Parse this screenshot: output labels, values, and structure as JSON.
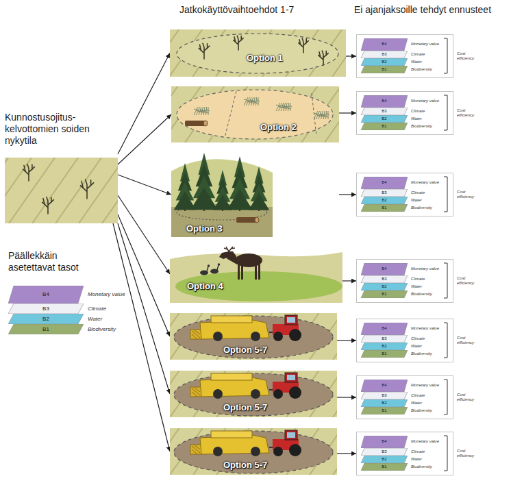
{
  "diagram": {
    "nodes": [
      {
        "text": [
          "Kunnostusojitus-kelvottomien soiden nykytila"
        ]
      },
      {
        "text": [
          "Päällekkäin asetettavat tasot"
        ]
      },
      {
        "text": [
          "B4",
          "Monetary value"
        ],
        "in": 1
      },
      {
        "text": [
          "B3",
          "Climate"
        ],
        "in": 1
      },
      {
        "text": [
          "B2",
          "Water"
        ],
        "in": 1
      },
      {
        "text": [
          "B1",
          "Biodiversity"
        ],
        "in": 1
      },
      {
        "text": [
          "Option 1"
        ]
      },
      {
        "text": [
          "Cost efficiency"
        ]
      },
      {
        "text": [
          "B4",
          "Monetary value"
        ],
        "in": 7
      },
      {
        "text": [
          "B3",
          "Climate"
        ],
        "in": 7
      },
      {
        "text": [
          "B2",
          "Water"
        ],
        "in": 7
      },
      {
        "text": [
          "B1",
          "Biodiversity"
        ],
        "in": 7
      },
      {
        "text": [
          "Option 2"
        ]
      },
      {
        "text": [
          "Cost efficiency"
        ]
      },
      {
        "text": [
          "B4",
          "Monetary value"
        ],
        "in": 13
      },
      {
        "text": [
          "B3",
          "Climate"
        ],
        "in": 13
      },
      {
        "text": [
          "B2",
          "Water"
        ],
        "in": 13
      },
      {
        "text": [
          "B1",
          "Biodiversity"
        ],
        "in": 13
      },
      {
        "text": [
          "Option 3"
        ]
      },
      {
        "text": [
          "Cost efficiency"
        ]
      },
      {
        "text": [
          "B4",
          "Monetary value"
        ],
        "in": 19
      },
      {
        "text": [
          "B3",
          "Climate"
        ],
        "in": 19
      },
      {
        "text": [
          "B2",
          "Water"
        ],
        "in": 19
      },
      {
        "text": [
          "B1",
          "Biodiversity"
        ],
        "in": 19
      },
      {
        "text": [
          "Option 4"
        ]
      },
      {
        "text": [
          "Cost efficiency"
        ]
      },
      {
        "text": [
          "B4",
          "Monetary value"
        ],
        "in": 25
      },
      {
        "text": [
          "B3",
          "Climate"
        ],
        "in": 25
      },
      {
        "text": [
          "B2",
          "Water"
        ],
        "in": 25
      },
      {
        "text": [
          "B1",
          "Biodiversity"
        ],
        "in": 25
      },
      {
        "text": [
          "Option 5-7"
        ]
      },
      {
        "text": [
          "Cost efficiency"
        ]
      },
      {
        "text": [
          "B4",
          "Monetary value"
        ],
        "in": 31
      },
      {
        "text": [
          "B3",
          "Climate"
        ],
        "in": 31
      },
      {
        "text": [
          "B2",
          "Water"
        ],
        "in": 31
      },
      {
        "text": [
          "B1",
          "Biodiversity"
        ],
        "in": 31
      },
      {
        "text": [
          "Option 5-7"
        ]
      },
      {
        "text": [
          "Cost efficiency"
        ]
      },
      {
        "text": [
          "B4",
          "Monetary value"
        ],
        "in": 37
      },
      {
        "text": [
          "B3",
          "Climate"
        ],
        "in": 37
      },
      {
        "text": [
          "B2",
          "Water"
        ],
        "in": 37
      },
      {
        "text": [
          "B1",
          "Biodiversity"
        ],
        "in": 37
      },
      {
        "text": [
          "Option 5-7"
        ]
      },
      {
        "text": [
          "Cost efficiency"
        ]
      },
      {
        "text": [
          "B4",
          "Monetary value"
        ],
        "in": 43
      },
      {
        "text": [
          "B3",
          "Climate"
        ],
        "in": 43
      },
      {
        "text": [
          "B2",
          "Water"
        ],
        "in": 43
      },
      {
        "text": [
          "B1",
          "Biodiversity"
        ],
        "in": 43
      }
    ],
    "edges": [
      {
        "from": 0,
        "to": 6,
        "arrow": "to"
      },
      {
        "from": 0,
        "to": 12,
        "arrow": "to"
      },
      {
        "from": 0,
        "to": 18,
        "arrow": "to"
      },
      {
        "from": 0,
        "to": 24,
        "arrow": "to"
      },
      {
        "from": 0,
        "to": 30,
        "arrow": "to"
      },
      {
        "from": 0,
        "to": 36,
        "arrow": "to"
      },
      {
        "from": 0,
        "to": 42,
        "arrow": "to"
      },
      {
        "from": 6,
        "to": 7,
        "arrow": "to"
      },
      {
        "from": 12,
        "to": 13,
        "arrow": "to"
      },
      {
        "from": 18,
        "to": 19,
        "arrow": "to"
      },
      {
        "from": 24,
        "to": 25,
        "arrow": "to"
      },
      {
        "from": 30,
        "to": 31,
        "arrow": "to"
      },
      {
        "from": 36,
        "to": 37,
        "arrow": "to"
      },
      {
        "from": 42,
        "to": 43,
        "arrow": "to"
      }
    ],
    "labels": [
      "Jatkokäyttövaihtoehdot 1-7",
      "Ei ajanjaksoille tehdyt ennusteet"
    ]
  }
}
